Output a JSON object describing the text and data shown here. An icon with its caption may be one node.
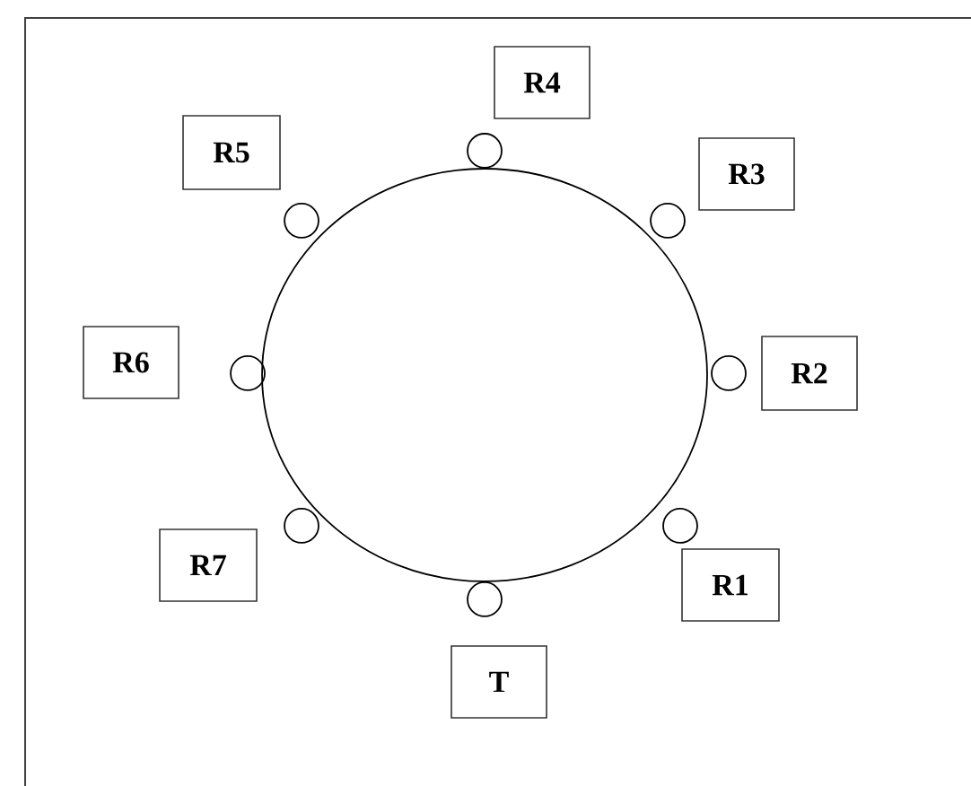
{
  "diagram": {
    "nodes": [
      {
        "text": [
          "R4"
        ]
      },
      {
        "text": [
          "R5"
        ]
      },
      {
        "text": [
          "R3"
        ]
      },
      {
        "text": [
          "R6"
        ]
      },
      {
        "text": [
          "R2"
        ]
      },
      {
        "text": [
          "R7"
        ]
      },
      {
        "text": [
          "R1"
        ]
      },
      {
        "text": [
          "T"
        ]
      },
      {
        "text": [],
        "shape": "circle"
      },
      {
        "text": [],
        "shape": "circle"
      },
      {
        "text": [],
        "shape": "circle"
      },
      {
        "text": [],
        "shape": "circle"
      },
      {
        "text": [],
        "shape": "circle"
      },
      {
        "text": [],
        "shape": "circle"
      },
      {
        "text": [],
        "shape": "circle"
      },
      {
        "text": [],
        "shape": "circle"
      },
      {
        "text": [],
        "shape": "circle"
      }
    ]
  }
}
